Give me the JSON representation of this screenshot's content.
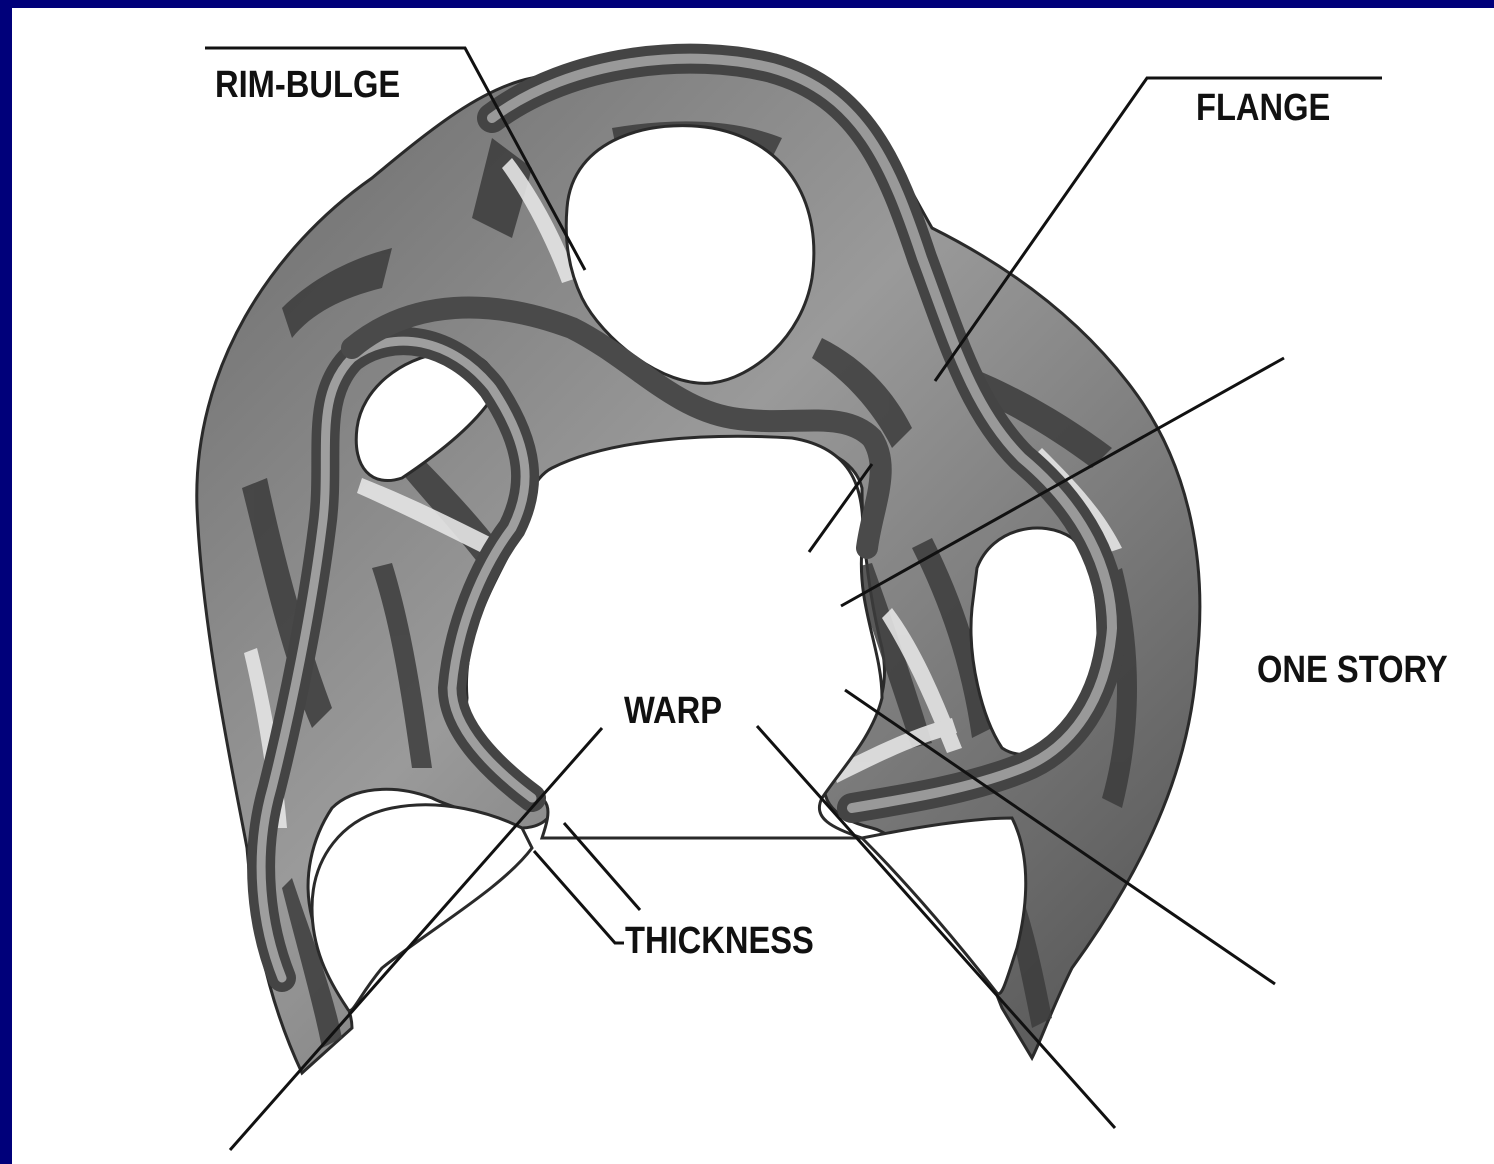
{
  "labels": {
    "rim_bulge": "RIM-BULGE",
    "flange": "FLANGE",
    "one_story": "ONE STORY",
    "warp": "WARP",
    "thickness": "THICKNESS"
  },
  "colors": {
    "frame": "#00007a",
    "background": "#ffffff",
    "surface_dark": "#3a3a3a",
    "surface_light": "#d8d8d8",
    "line": "#111111"
  }
}
